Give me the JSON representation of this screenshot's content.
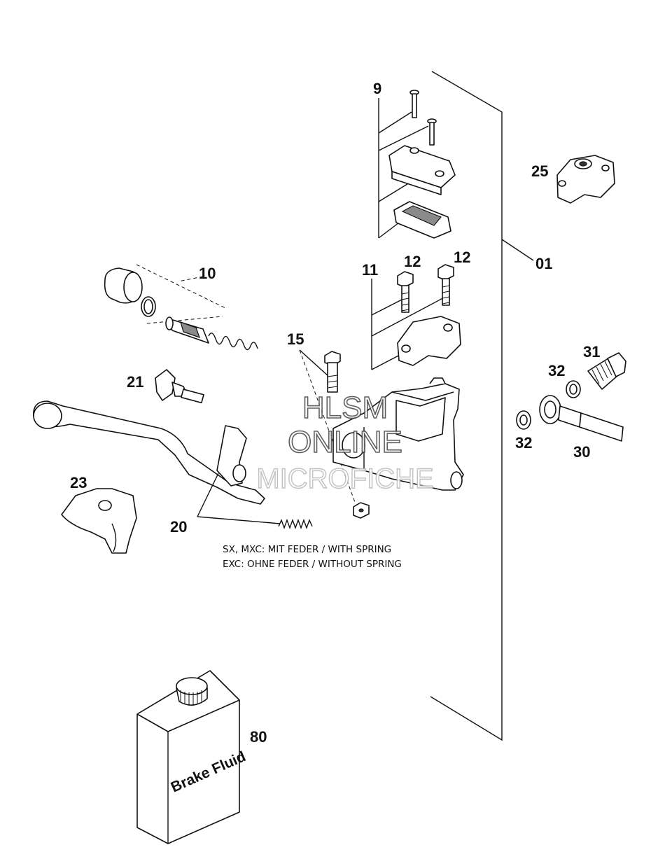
{
  "labels": {
    "p01": "01",
    "p9": "9",
    "p10": "10",
    "p11": "11",
    "p12a": "12",
    "p12b": "12",
    "p15": "15",
    "p20": "20",
    "p21": "21",
    "p23": "23",
    "p25": "25",
    "p30": "30",
    "p31": "31",
    "p32a": "32",
    "p32b": "32",
    "p80": "80"
  },
  "notes": {
    "line1": "SX, MXC: MIT FEDER / WITH SPRING",
    "line2": "EXC: OHNE FEDER / WITHOUT SPRING"
  },
  "watermark": {
    "line1": "HLSM",
    "line2": "ONLINE",
    "line3": "MICROFICHE"
  },
  "bottle_label": "Brake Fluid"
}
